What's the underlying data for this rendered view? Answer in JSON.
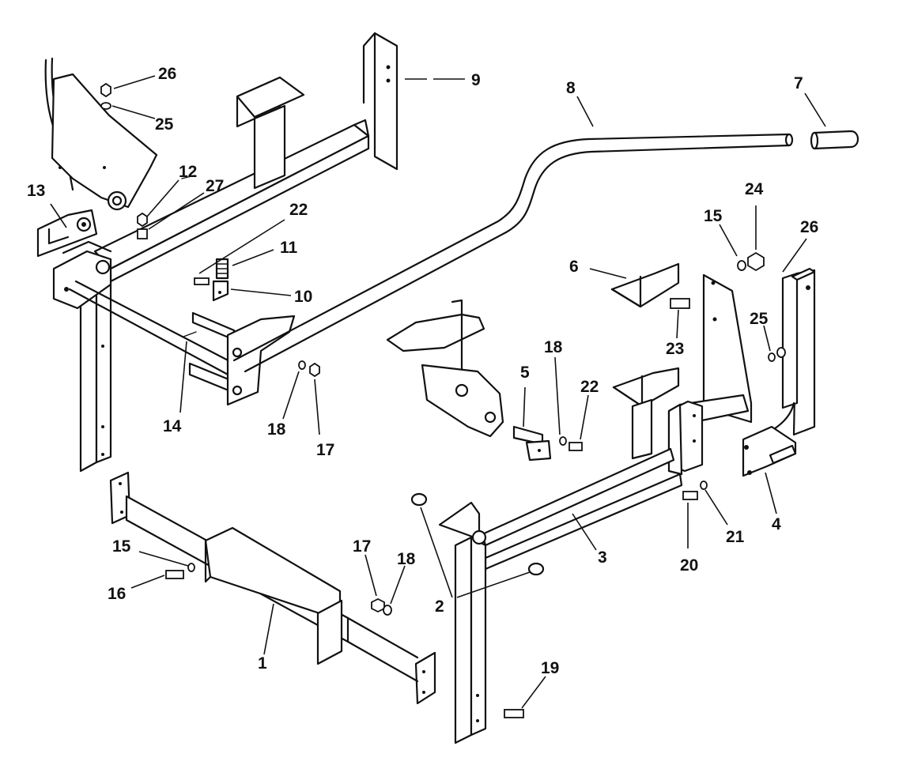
{
  "callouts": {
    "c1": "1",
    "c2": "2",
    "c3": "3",
    "c4": "4",
    "c5": "5",
    "c6": "6",
    "c7": "7",
    "c8": "8",
    "c9": "9",
    "c10": "10",
    "c11": "11",
    "c12": "12",
    "c13": "13",
    "c14": "14",
    "c15a": "15",
    "c15b": "15",
    "c16": "16",
    "c17a": "17",
    "c17b": "17",
    "c18a": "18",
    "c18b": "18",
    "c18c": "18",
    "c19": "19",
    "c20": "20",
    "c21": "21",
    "c22a": "22",
    "c22b": "22",
    "c23": "23",
    "c24": "24",
    "c25a": "25",
    "c25b": "25",
    "c26a": "26",
    "c26b": "26",
    "c27": "27"
  }
}
